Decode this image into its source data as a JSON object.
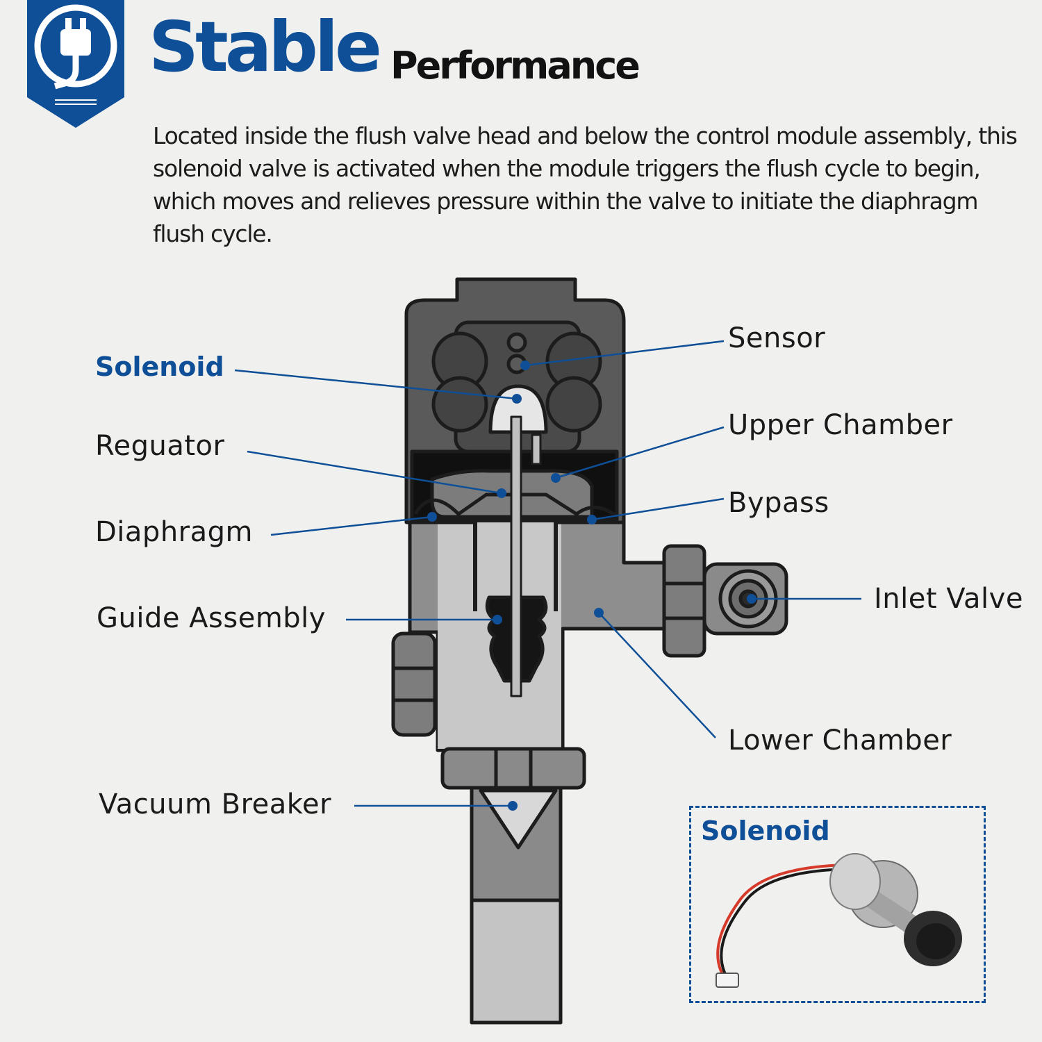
{
  "header": {
    "title_main": "Stable",
    "title_sub": "Performance",
    "badge_icon": "power-plug-icon",
    "description": "Located inside the flush valve head and below the control module assembly, this solenoid valve is activated when the module triggers the flush cycle to begin, which moves and relieves pressure within the valve to initiate the diaphragm flush cycle."
  },
  "callouts": {
    "solenoid": "Solenoid",
    "regulator": "Reguator",
    "diaphragm": "Diaphragm",
    "guide_assembly": "Guide Assembly",
    "vacuum_breaker": "Vacuum Breaker",
    "sensor": "Sensor",
    "upper_chamber": "Upper Chamber",
    "bypass": "Bypass",
    "inlet_valve": "Inlet Valve",
    "lower_chamber": "Lower Chamber"
  },
  "inset": {
    "label": "Solenoid",
    "icon": "solenoid-component-photo"
  },
  "colors": {
    "accent": "#0e4f97",
    "background": "#f0f0ee",
    "text": "#1a1a1a"
  }
}
